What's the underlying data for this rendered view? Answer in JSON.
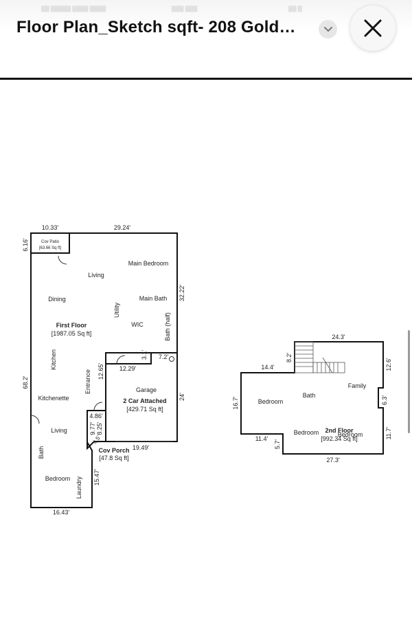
{
  "header": {
    "title": "Floor Plan_Sketch sqft- 208 Gold…"
  },
  "icons": {
    "dropdown": "chevron-down-icon",
    "close": "close-icon"
  },
  "plan": {
    "first": {
      "dims": {
        "top_left": "10.33'",
        "top": "29.24'",
        "patio_side": "6.16'",
        "right": "32.22'",
        "left": "68.2'",
        "bottom": "16.43'",
        "laundry_side": "15.47'",
        "garage_top": "12.29'",
        "garage_notch_v": "3.1'",
        "garage_notch_h": "7.2'",
        "entrance_v": "12.65'",
        "garage_right": "24'",
        "garage_bottom": "19.49'",
        "porch_a": "4.86'",
        "porch_b": "9.77'",
        "porch_c": "8.25'",
        "porch_d": "4.5'"
      },
      "rooms": {
        "cov_patio": "Cov Patio",
        "cov_patio_area": "[63.66 Sq ft]",
        "living": "Living",
        "main_bedroom": "Main Bedroom",
        "dining": "Dining",
        "main_bath": "Main Bath",
        "utility": "Utility",
        "wic": "WIC",
        "bath_half": "Bath (half)",
        "kitchen": "Kitchen",
        "entrance": "Entrance",
        "kitchenette": "Kitchenette",
        "living2": "Living",
        "bath": "Bath",
        "bedroom": "Bedroom",
        "laundry": "Laundry",
        "garage": "Garage"
      },
      "labels": {
        "first_floor": "First Floor",
        "first_floor_area": "[1987.05 Sq ft]",
        "garage_name": "2 Car Attached",
        "garage_area": "[429.71 Sq ft]",
        "porch_name": "Cov Porch",
        "porch_area": "[47.8 Sq ft]"
      }
    },
    "second": {
      "dims": {
        "top": "24.3'",
        "left_top": "14.4'",
        "stair_v": "8.2'",
        "right_top": "12.6'",
        "left": "16.7'",
        "right_mid": "6.3'",
        "right_bottom": "11.7'",
        "bottom_left": "11.4'",
        "bottom_step": "5.7'",
        "bottom": "27.3'"
      },
      "rooms": {
        "family": "Family",
        "bedroom1": "Bedroom",
        "bath": "Bath",
        "bedroom2": "Bedroom",
        "bedroom3": "Bedroom"
      },
      "labels": {
        "second_floor": "2nd Floor",
        "second_floor_area": "[992.34 Sq ft]"
      }
    }
  }
}
